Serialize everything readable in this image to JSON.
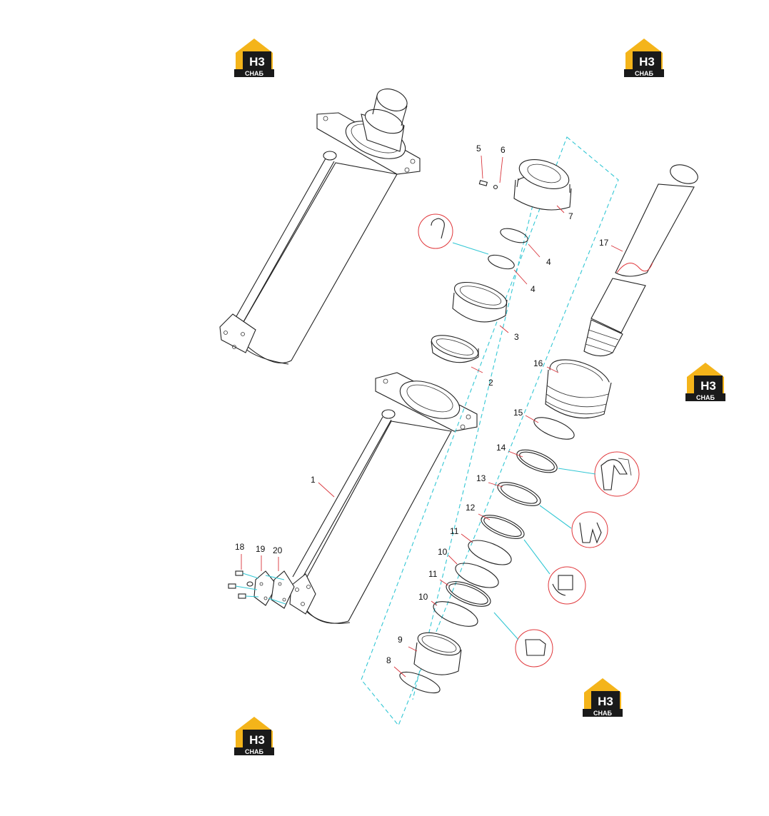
{
  "logo": {
    "top": "Н3",
    "bottom": "СНАБ",
    "colors": {
      "roof": "#f4b41a",
      "box": "#1a1a1a",
      "text": "#ffffff",
      "plate": "#ffffff"
    }
  },
  "colors": {
    "line": "#222222",
    "axis": "#33c7d4",
    "detail": "#e0363a"
  },
  "callouts": {
    "c1": "1",
    "c2": "2",
    "c3": "3",
    "c4a": "4",
    "c4b": "4",
    "c5": "5",
    "c6": "6",
    "c7": "7",
    "c8": "8",
    "c9": "9",
    "c10a": "10",
    "c10b": "10",
    "c11a": "11",
    "c11b": "11",
    "c12": "12",
    "c13": "13",
    "c14": "14",
    "c15": "15",
    "c16": "16",
    "c17": "17",
    "c18": "18",
    "c19": "19",
    "c20": "20"
  }
}
